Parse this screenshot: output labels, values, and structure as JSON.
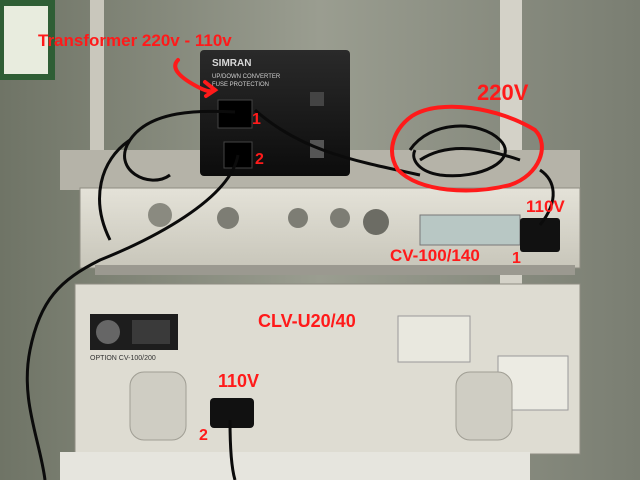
{
  "annotations": {
    "transformer": "Transformer 220v - 110v",
    "outlet1": "1",
    "outlet2": "2",
    "v220": "220V",
    "v110_top": "110V",
    "cv_unit": "CV-100/140",
    "cv_num": "1",
    "clv_unit": "CLV-U20/40",
    "v110_bottom": "110V",
    "bottom_num": "2"
  },
  "device_text": {
    "brand": "SIMRAN",
    "converter_line1": "UP/DOWN CONVERTER",
    "converter_line2": "FUSE PROTECTION",
    "cv_option": "OPTION  CV-100/200"
  },
  "colors": {
    "annotation_red": "#ff1a1a",
    "transformer_body": "#1a1a1a",
    "equipment_beige": "#d8d6cc"
  }
}
